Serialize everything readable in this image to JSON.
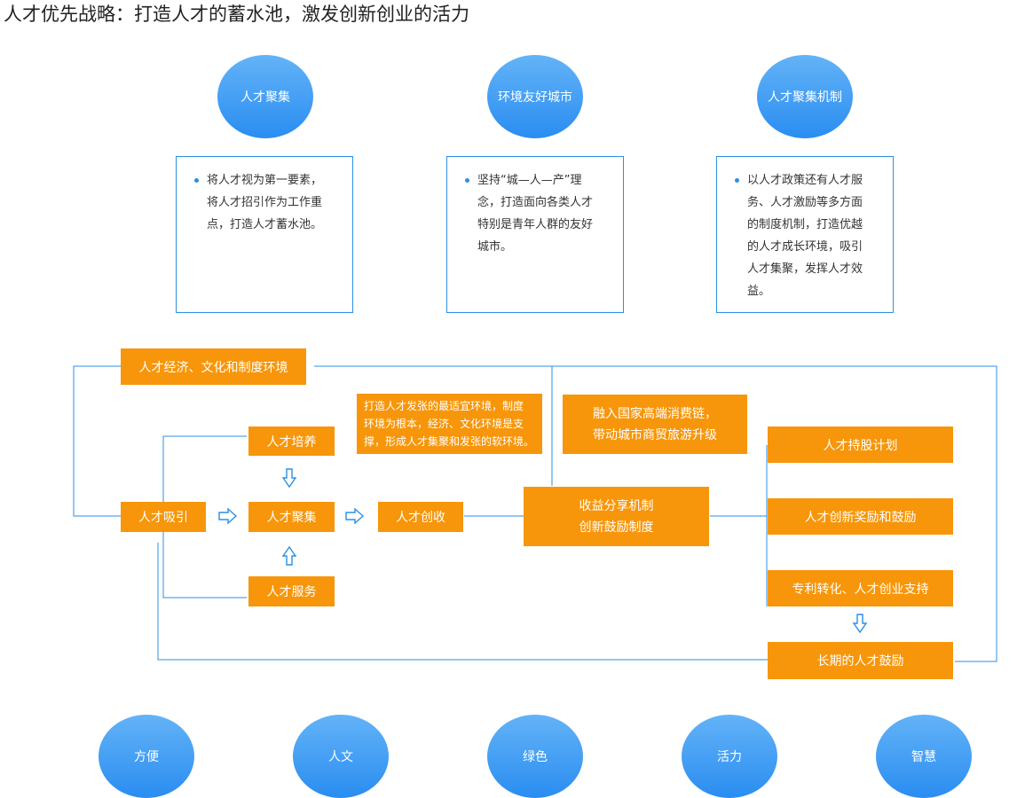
{
  "title": "人才优先战略：打造人才的蓄水池，激发创新创业的活力",
  "top_circles": [
    "人才聚集",
    "环境友好城市",
    "人才聚集机制"
  ],
  "pillars": [
    "将人才视为第一要素，将人才招引作为工作重点，打造人才蓄水池。",
    "坚持“城—人—产”理念，打造面向各类人才特别是青年人群的友好城市。",
    "以人才政策还有人才服务、人才激励等多方面的制度机制，打造优越的人才成长环境，吸引人才集聚，发挥人才效益。"
  ],
  "pillar_lines": [
    [
      "将人才视为第一要素，",
      "将人才招引作为工作重",
      "点，打造人才蓄水池。"
    ],
    [
      "坚持“城—人—产”理",
      "念，打造面向各类人才",
      "特别是青年人群的友好",
      "城市。"
    ],
    [
      "以人才政策还有人才服",
      "务、人才激励等多方面",
      "的制度机制，打造优越",
      "的人才成长环境，吸引",
      "人才集聚，发挥人才效",
      "益。"
    ]
  ],
  "flow": {
    "env_box": "人才经济、文化和制度环境",
    "env_note": [
      "打造人才发张的最适宜环境，制度",
      "环境为根本，经济、文化环境是支",
      "撑，形成人才集聚和发张的软环境。"
    ],
    "consume_box": [
      "融入国家高端消费链，",
      "带动城市商贸旅游升级"
    ],
    "attract": "人才吸引",
    "train": "人才培养",
    "gather": "人才聚集",
    "service": "人才服务",
    "create": "人才创收",
    "mechanism": [
      "收益分享机制",
      "创新鼓励制度"
    ],
    "right_boxes": [
      "人才持股计划",
      "人才创新奖励和鼓励",
      "专利转化、人才创业支持",
      "长期的人才鼓励"
    ]
  },
  "bottom_circles": [
    "方便",
    "人文",
    "绿色",
    "活力",
    "智慧"
  ],
  "colors": {
    "blue_circle": "#2a8df1",
    "orange": "#f7960a",
    "line_blue": "#2b8fe6"
  }
}
